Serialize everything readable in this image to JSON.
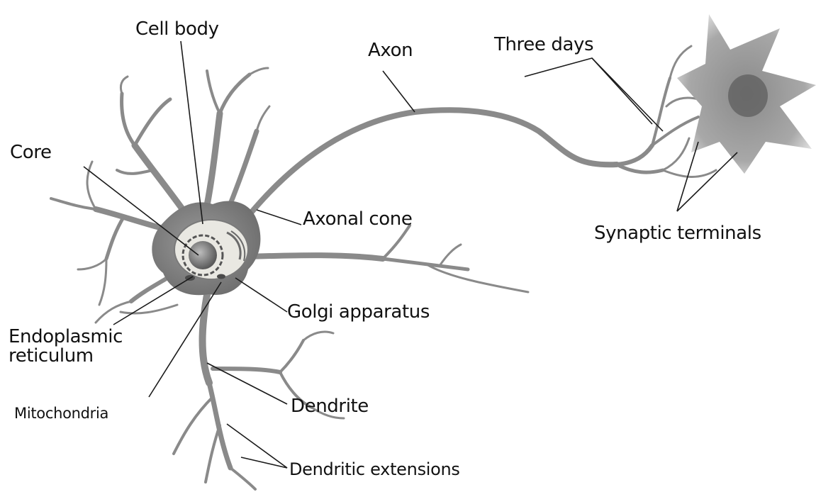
{
  "labels": {
    "cell_body": "Cell body",
    "axon": "Axon",
    "three_days": "Three days",
    "core": "Core",
    "axonal_cone": "Axonal cone",
    "synaptic_terminals": "Synaptic terminals",
    "golgi_apparatus": "Golgi apparatus",
    "endoplasmic_line1": "Endoplasmic",
    "endoplasmic_line2": "reticulum",
    "mitochondria": "Mitochondria",
    "dendrite": "Dendrite",
    "dendritic_extensions": "Dendritic extensions"
  },
  "colors": {
    "neuron_fill": "#8c8c8c",
    "neuron_dark": "#6f6f6f",
    "nucleus_fill": "#e6e6e2",
    "leader_line": "#1a1a1a"
  }
}
